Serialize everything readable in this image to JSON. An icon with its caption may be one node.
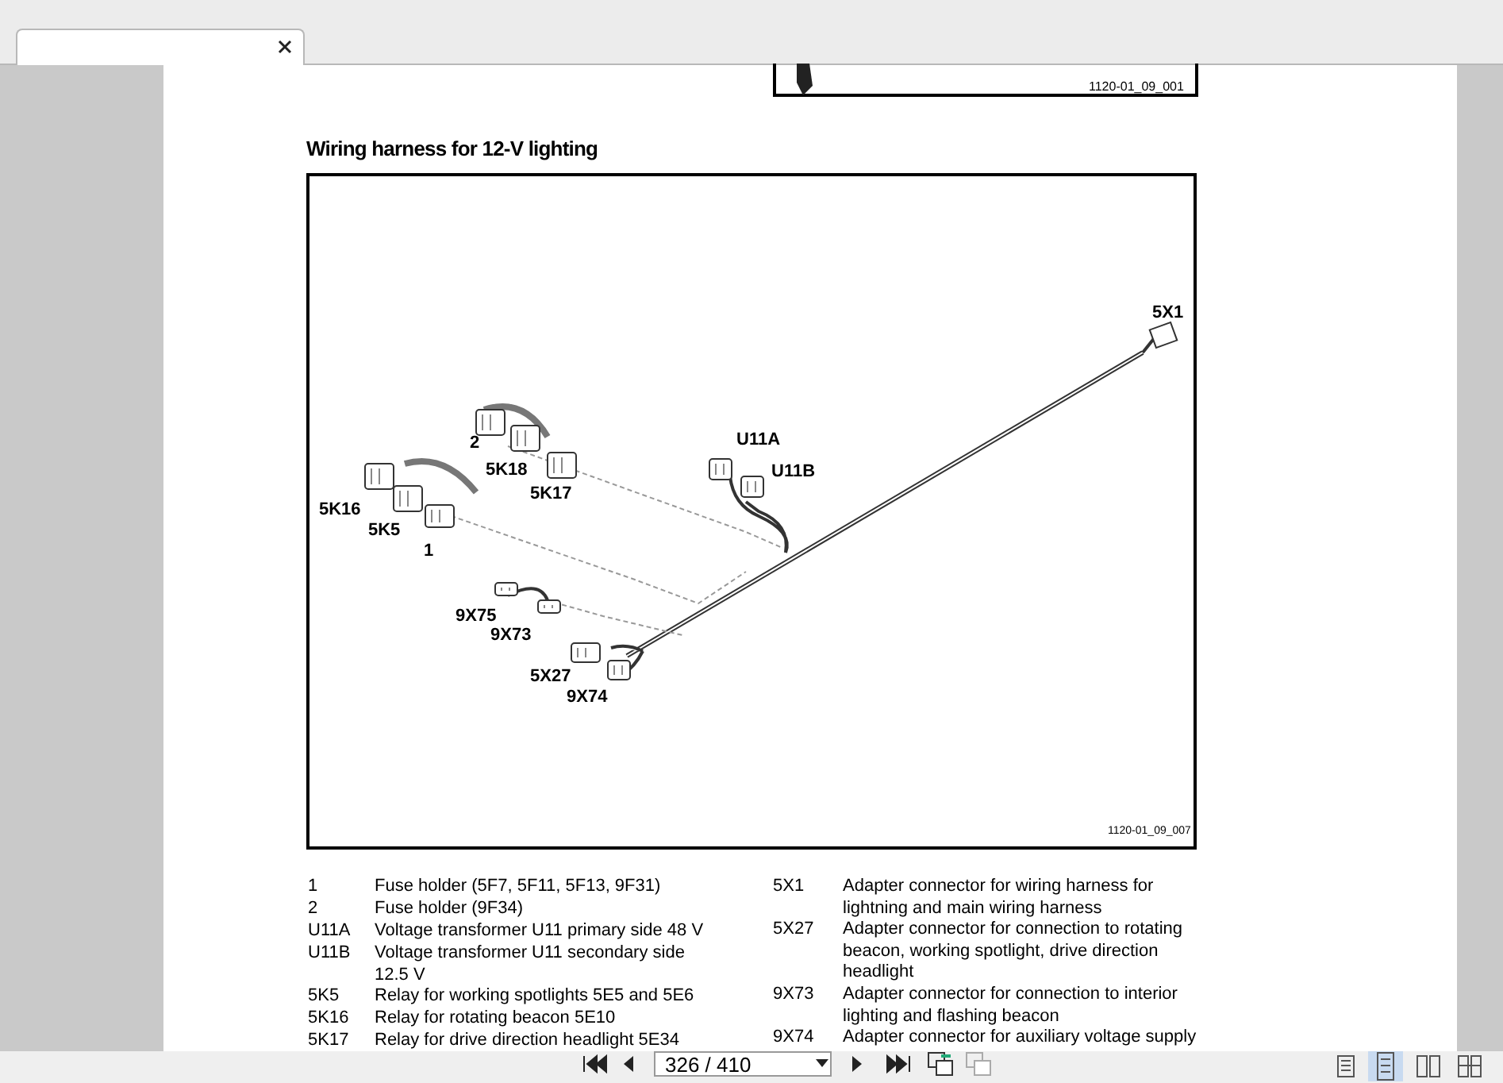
{
  "diagram": {
    "title": "Wiring harness for 12-V lighting",
    "labels": [
      "1120-01_09_001",
      "5X1",
      "U11A",
      "U11B",
      "2",
      "5K18",
      "5K17",
      "5K16",
      "5K5",
      "1",
      "9X75",
      "9X73",
      "5X27",
      "9X74",
      "1120-01_09_007",
      "1",
      "Fuse holder (5F7, 5F11, 5F13, 9F31)",
      "2",
      "Fuse holder (9F34)",
      "U11A",
      "Voltage transformer U11 primary side 48 V",
      "U11B",
      "Voltage transformer U11 secondary side 12.5 V",
      "5K5",
      "Relay for working spotlights 5E5 and 5E6",
      "5K16",
      "Relay for rotating beacon 5E10",
      "5K17",
      "Relay for drive direction headlight 5E34",
      "5X1",
      "Adapter connector for wiring harness for lightning and main wiring harness",
      "5X27",
      "Adapter connector for connection to rotating beacon, working spotlight, drive direction headlight",
      "9X73",
      "Adapter connector for connection to interior lighting and flashing beacon",
      "9X74",
      "Adapter connector for auxiliary voltage supply",
      "326 / 410"
    ]
  }
}
